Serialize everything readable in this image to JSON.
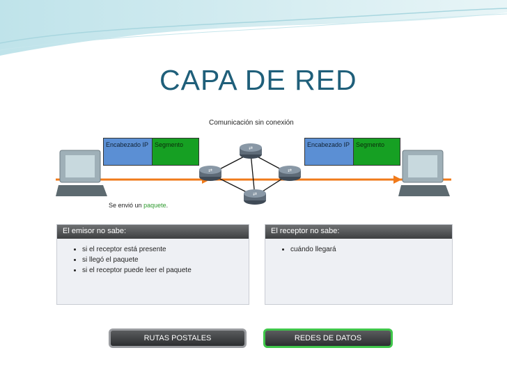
{
  "slide": {
    "title": "CAPA DE RED",
    "theme_color": "#1f5f7a"
  },
  "diagram": {
    "title": "Comunicación sin conexión",
    "left_packet": {
      "header_label": "Encabezado IP",
      "segment_label": "Segmento"
    },
    "right_packet": {
      "header_label": "Encabezado IP",
      "segment_label": "Segmento"
    },
    "sent_prefix": "Se envió un",
    "sent_word": "paquete",
    "sent_suffix": ".",
    "icons": [
      "computer-left-icon",
      "computer-right-icon",
      "router-icon-top",
      "router-icon-left",
      "router-icon-right",
      "router-icon-bottom"
    ],
    "colors": {
      "ip_header": "#5b8fd4",
      "segment": "#16a023",
      "link": "#f07a1a"
    }
  },
  "sender_panel": {
    "heading": "El emisor no sabe:",
    "items": [
      "si el receptor está presente",
      "si llegó el paquete",
      "si el receptor puede leer el paquete"
    ]
  },
  "receiver_panel": {
    "heading": "El receptor no sabe:",
    "items": [
      "cuándo llegará"
    ]
  },
  "buttons": {
    "postal": "RUTAS POSTALES",
    "datos": "REDES DE DATOS"
  }
}
